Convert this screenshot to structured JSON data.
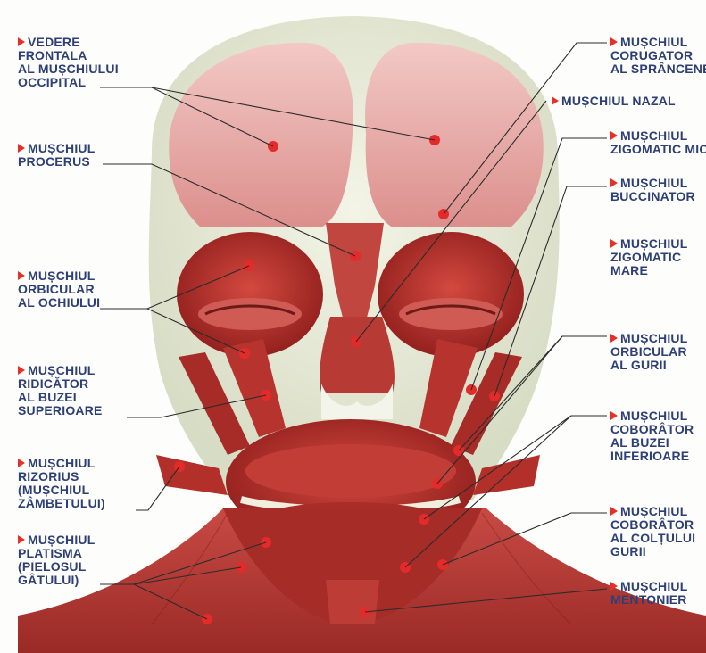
{
  "labels_left": [
    {
      "id": "occipital",
      "lines": [
        "VEDERE",
        "FRONTALA",
        "AL MUȘCHIULUI",
        "OCCIPITAL"
      ]
    },
    {
      "id": "procerus",
      "lines": [
        "MUȘCHIUL",
        "PROCERUS"
      ]
    },
    {
      "id": "orbicular-ochi",
      "lines": [
        "MUȘCHIUL",
        "ORBICULAR",
        "AL OCHIULUI"
      ]
    },
    {
      "id": "ridicator",
      "lines": [
        "MUȘCHIUL",
        "RIDICĂTOR",
        "AL BUZEI",
        "SUPERIOARE"
      ]
    },
    {
      "id": "rizorius",
      "lines": [
        "MUȘCHIUL",
        "RIZORIUS",
        "(MUȘCHIUL",
        "ZÂMBETULUI)"
      ]
    },
    {
      "id": "platisma",
      "lines": [
        "MUȘCHIUL",
        "PLATISMA",
        "(PIELOSUL",
        "GÂTULUI)"
      ]
    }
  ],
  "labels_right": [
    {
      "id": "corugator",
      "lines": [
        "MUȘCHIUL",
        "CORUGATOR",
        "AL SPRÂNCENEI"
      ]
    },
    {
      "id": "nazal",
      "lines": [
        "MUȘCHIUL NAZAL"
      ]
    },
    {
      "id": "zigomatic-mic",
      "lines": [
        "MUȘCHIUL",
        "ZIGOMATIC MIC"
      ]
    },
    {
      "id": "buccinator",
      "lines": [
        "MUȘCHIUL",
        "BUCCINATOR"
      ]
    },
    {
      "id": "zigomatic-mare",
      "lines": [
        "MUȘCHIUL",
        "ZIGOMATIC",
        "MARE"
      ]
    },
    {
      "id": "orbicular-gura",
      "lines": [
        "MUȘCHIUL",
        "ORBICULAR",
        "AL GURII"
      ]
    },
    {
      "id": "coborator-buza",
      "lines": [
        "MUȘCHIUL",
        "COBORÂTOR",
        "AL BUZEI",
        "INFERIOARE"
      ]
    },
    {
      "id": "coborator-colt",
      "lines": [
        "MUȘCHIUL",
        "COBORÂTOR",
        "AL COLȚULUI",
        "GURII"
      ]
    },
    {
      "id": "mentonier",
      "lines": [
        "MUȘCHIUL",
        "MENTONIER"
      ]
    }
  ],
  "colors": {
    "label_text": "#2d3f75",
    "arrow": "#e4322b",
    "marker": "#e52a2a",
    "muscle": "#b8322c",
    "skull": "#e7ead6"
  }
}
